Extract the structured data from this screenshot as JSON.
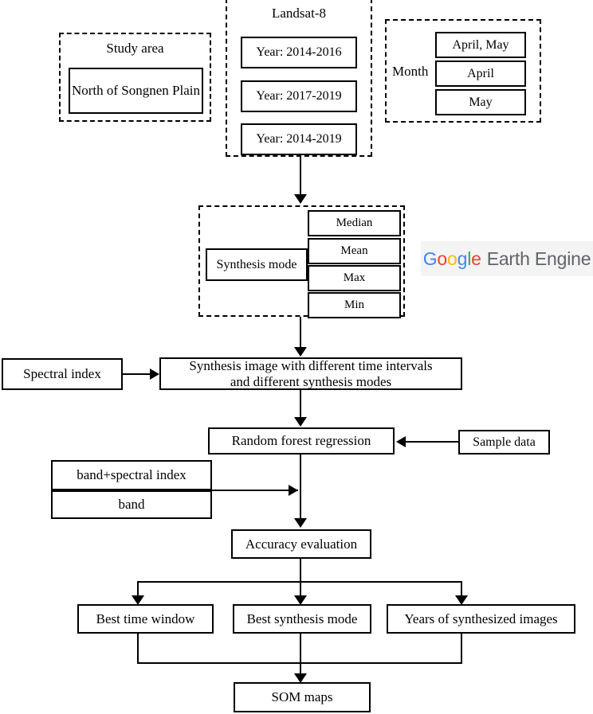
{
  "diagram": {
    "title": "SOM mapping workflow flowchart",
    "study_area": {
      "group_label": "Study area",
      "items": [
        "North of Songnen Plain"
      ]
    },
    "landsat": {
      "group_label": "Landsat-8",
      "items": [
        "Year: 2014-2016",
        "Year: 2017-2019",
        "Year: 2014-2019"
      ]
    },
    "month": {
      "group_label": "Month",
      "items": [
        "April, May",
        "April",
        "May"
      ]
    },
    "synthesis": {
      "mode_label": "Synthesis mode",
      "modes": [
        "Median",
        "Mean",
        "Max",
        "Min"
      ]
    },
    "platform_logo": {
      "letters": [
        "G",
        "o",
        "o",
        "g",
        "l",
        "e"
      ],
      "suffix": "Earth Engine",
      "colors": {
        "blue": "#4285F4",
        "red": "#EA4335",
        "yellow": "#FBBC05",
        "green": "#34A853",
        "grey": "#5F6368"
      }
    },
    "spectral_index": "Spectral index",
    "synthesis_image": "Synthesis image with different time intervals and different synthesis modes",
    "synthesis_image_line1": "Synthesis image with different time intervals",
    "synthesis_image_line2": "and different synthesis modes",
    "random_forest": "Random forest regression",
    "sample_data": "Sample data",
    "features": [
      "band+spectral index",
      "band"
    ],
    "accuracy": "Accuracy evaluation",
    "outcomes": [
      "Best time window",
      "Best synthesis mode",
      "Years of synthesized images"
    ],
    "final": "SOM maps"
  }
}
